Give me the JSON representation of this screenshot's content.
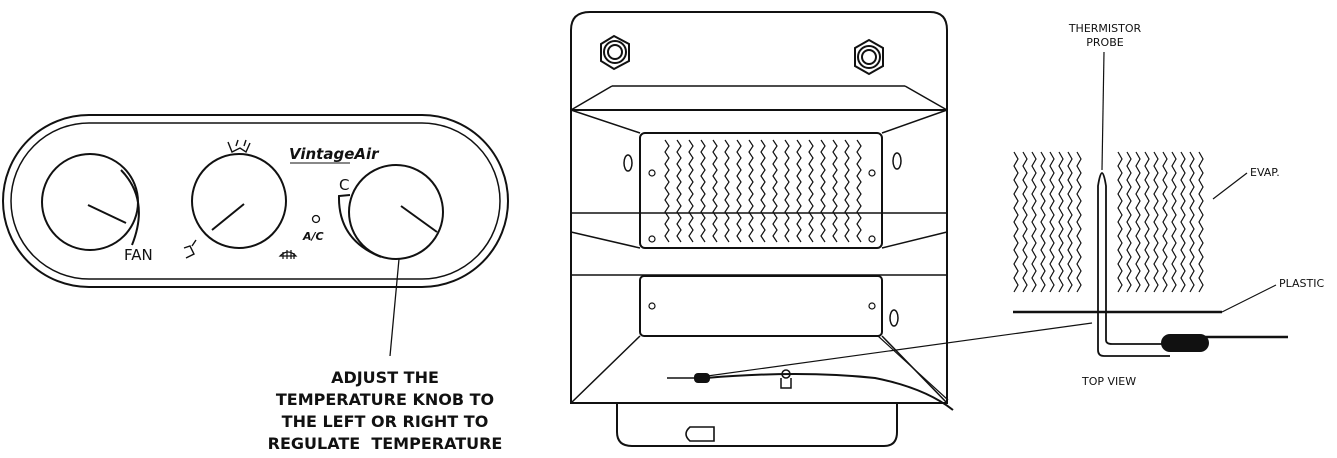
{
  "control_panel": {
    "brand": "VintageAir",
    "fan_label": "FAN",
    "ac_label": "A/C",
    "cold_label": "C",
    "mode_icons": [
      "vent-icon",
      "floor-icon",
      "defrost-icon"
    ]
  },
  "instruction": {
    "lines": [
      "ADJUST THE",
      "TEMPERATURE KNOB TO",
      "THE LEFT OR RIGHT TO",
      "REGULATE  TEMPERATURE"
    ]
  },
  "probe_view": {
    "thermistor_line1": "THERMISTOR",
    "thermistor_line2": "PROBE",
    "evap_label": "EVAP.",
    "plastic_label": "PLASTIC",
    "view_label": "TOP VIEW"
  },
  "colors": {
    "ink": "#111111",
    "background": "#ffffff"
  }
}
